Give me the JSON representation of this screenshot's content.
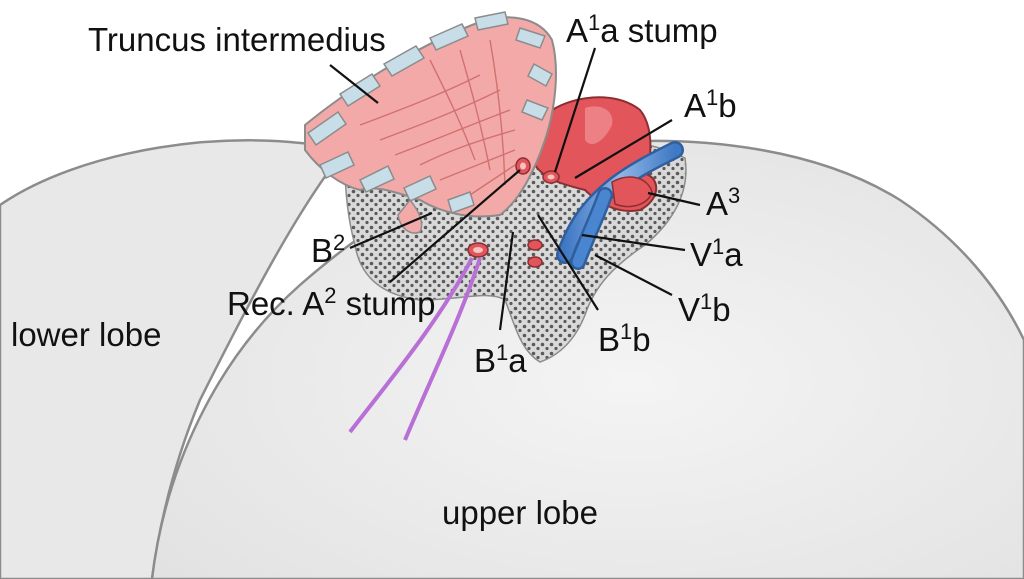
{
  "labels": {
    "truncus": "Truncus intermedius",
    "a1a_stump_base": "A",
    "a1a_stump_sup": "1",
    "a1a_stump_rest": "a stump",
    "a1b_base": "A",
    "a1b_sup": "1",
    "a1b_rest": "b",
    "a3_base": "A",
    "a3_sup": "3",
    "v1a_base": "V",
    "v1a_sup": "1",
    "v1a_rest": "a",
    "v1b_base": "V",
    "v1b_sup": "1",
    "v1b_rest": "b",
    "b2_base": "B",
    "b2_sup": "2",
    "reca2_base": "Rec. A",
    "reca2_sup": "2",
    "reca2_rest": " stump",
    "b1b_base": "B",
    "b1b_sup": "1",
    "b1b_rest": "b",
    "b1a_base": "B",
    "b1a_sup": "1",
    "b1a_rest": "a",
    "lower_lobe": "lower lobe",
    "upper_lobe": "upper lobe"
  },
  "colors": {
    "lobe_fill": "#ececec",
    "lobe_outline": "#8c8c8c",
    "bronchus_fill": "#f3a9a8",
    "bronchus_ring": "#c7dde8",
    "artery_fill": "#e2555a",
    "vein_fill": "#4a86d0",
    "tape": "#b86fd6",
    "hilum_fill": "#d6d6d6",
    "label_text": "#111111"
  }
}
